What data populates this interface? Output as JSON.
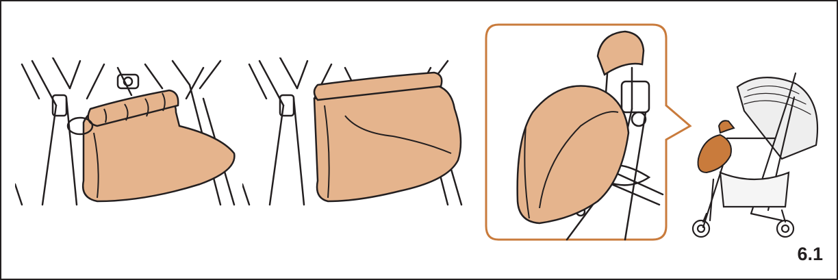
{
  "figure": {
    "label": "6.1"
  },
  "colors": {
    "cover_fill": "#e5b48d",
    "outline": "#231f20",
    "highlight": "#c97b3c"
  },
  "icons": [
    "footmuff-rolled-illustration",
    "footmuff-unrolled-illustration",
    "detail-callout-illustration",
    "stroller-illustration"
  ]
}
